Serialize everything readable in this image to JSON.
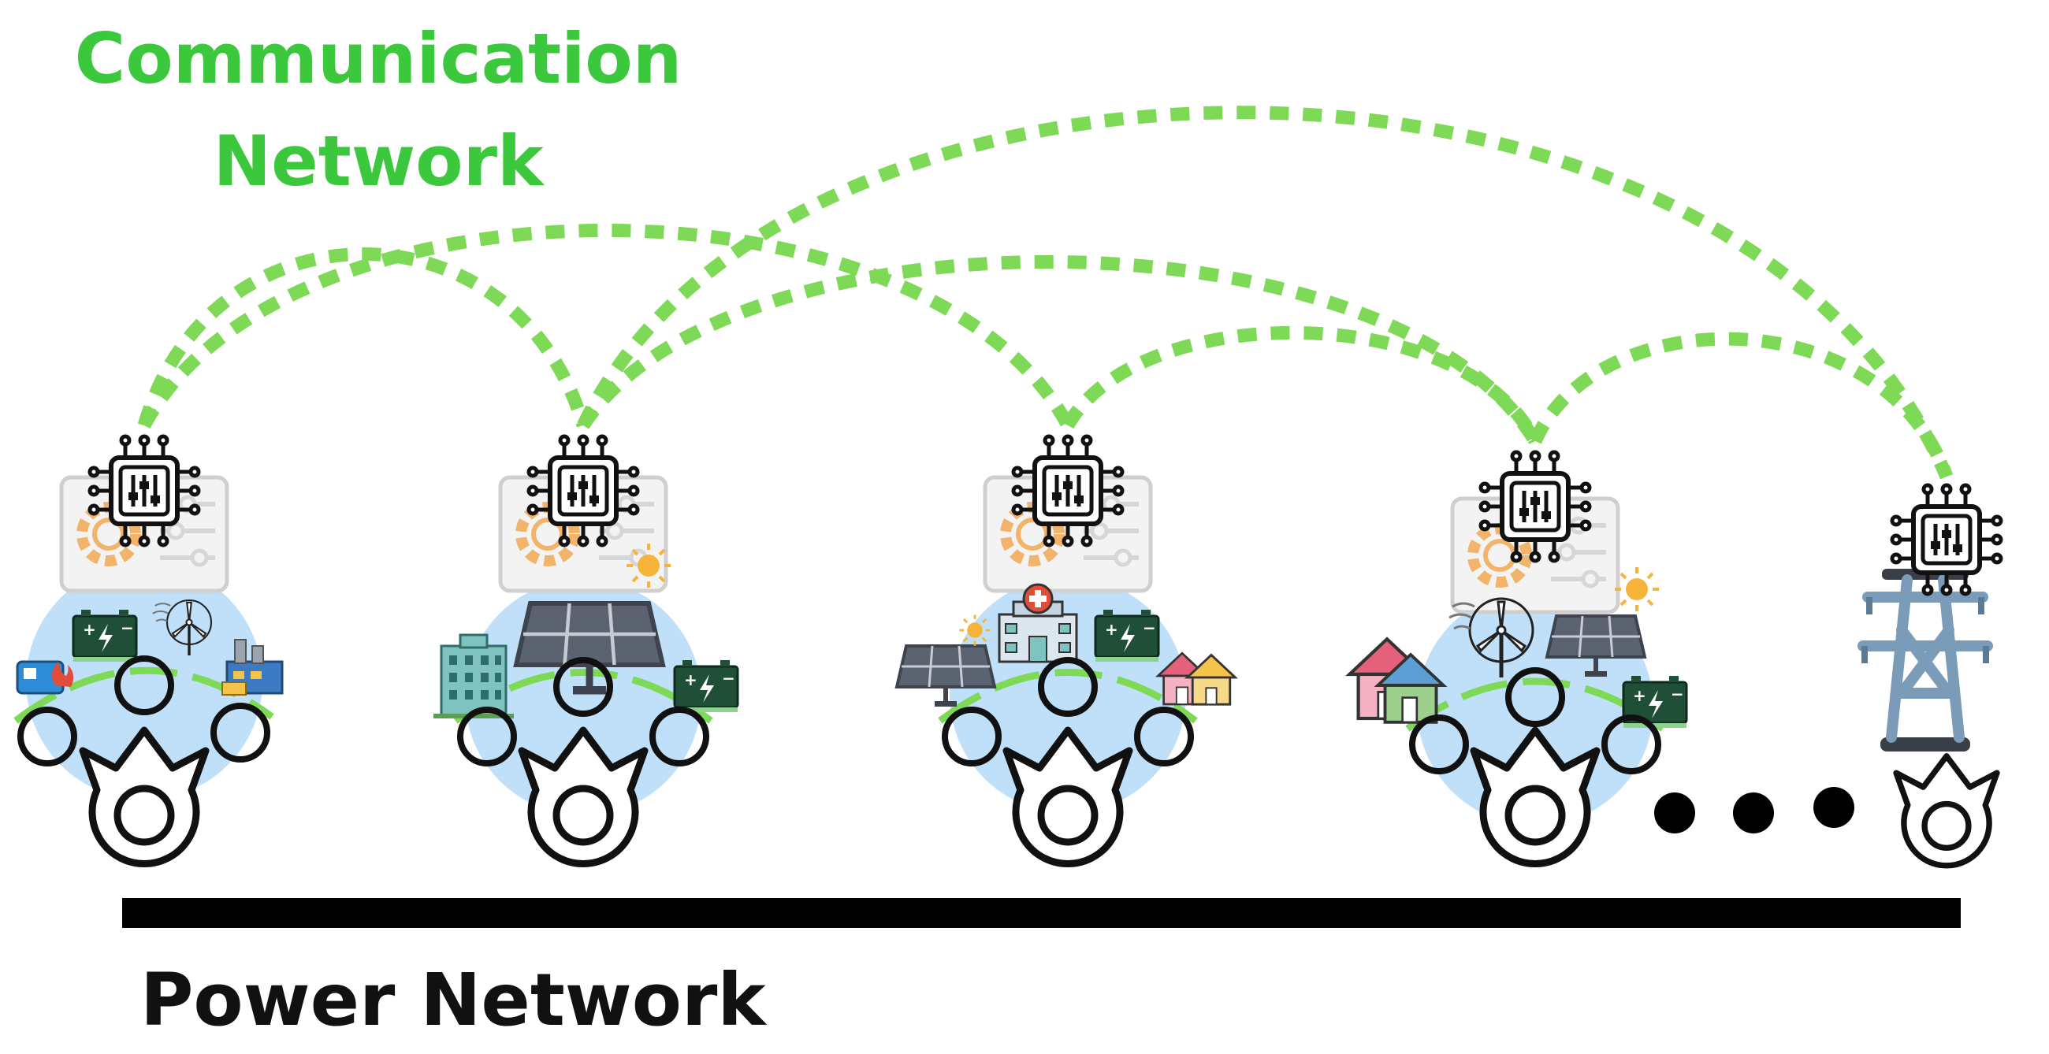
{
  "labels": {
    "communication_line1": "Communication",
    "communication_line2": "Network",
    "power": "Power Network"
  },
  "colors": {
    "comm": "#7ED957",
    "comm_text": "#3CC83C",
    "bus": "#000000",
    "bubble": "#BFE0F8",
    "feeder": "#7ED957",
    "tower": "#7A9CB8",
    "panel": "#5B6270",
    "battery": "#1F4F37",
    "gear": "#F2B36A"
  },
  "diagram": {
    "microgrids": [
      {
        "id": "mg1",
        "assets": [
          "computer-panel",
          "battery",
          "wind-turbine",
          "fuel-generator",
          "factory"
        ]
      },
      {
        "id": "mg2",
        "assets": [
          "computer-panel",
          "solar-panel",
          "sun",
          "office-building",
          "battery"
        ]
      },
      {
        "id": "mg3",
        "assets": [
          "computer-panel",
          "hospital",
          "battery",
          "solar-panel",
          "sun",
          "houses"
        ]
      },
      {
        "id": "mg4",
        "assets": [
          "computer-panel",
          "wind-turbine",
          "solar-panel",
          "sun",
          "houses",
          "battery"
        ]
      }
    ],
    "tower_node": {
      "id": "tower",
      "assets": [
        "transmission-tower"
      ]
    },
    "continuation": "ellipsis-dots",
    "links": [
      [
        "mg1",
        "mg2"
      ],
      [
        "mg1",
        "mg3"
      ],
      [
        "mg2",
        "mg4"
      ],
      [
        "mg2",
        "tower"
      ],
      [
        "mg3",
        "mg4"
      ],
      [
        "mg4",
        "tower"
      ]
    ]
  }
}
